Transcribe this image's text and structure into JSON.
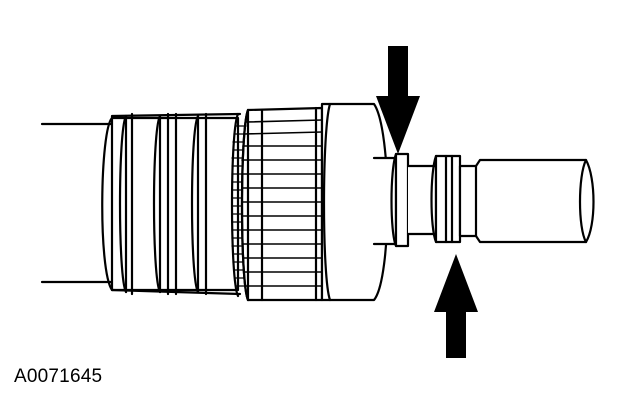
{
  "figure": {
    "caption": "A0071645",
    "subject": "shaft-with-splined-collar-and-o-ring-grooves",
    "callouts": [
      "arrow-down-upper-groove",
      "arrow-up-lower-groove"
    ],
    "colors": {
      "line": "#000000",
      "background": "#ffffff",
      "arrow": "#000000"
    }
  }
}
